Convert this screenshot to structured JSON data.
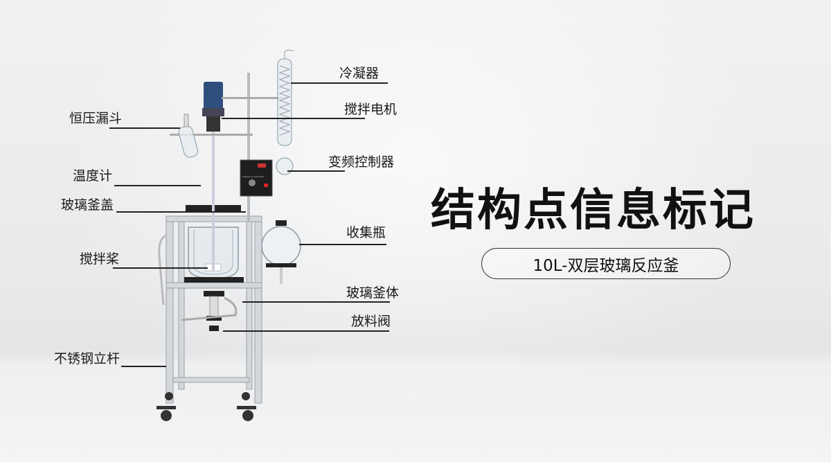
{
  "title": "结构点信息标记",
  "subtitle": "10L-双层玻璃反应釜",
  "product_lettering": "Frequency Controller",
  "labels": {
    "condenser": "冷凝器",
    "stirring_motor": "搅拌电机",
    "funnel": "恒压漏斗",
    "controller": "变频控制器",
    "thermometer": "温度计",
    "lid": "玻璃釜盖",
    "collector": "收集瓶",
    "paddle": "搅拌桨",
    "body": "玻璃釜体",
    "valve": "放料阀",
    "pole": "不锈钢立杆"
  },
  "colors": {
    "text": "#1a1a1a",
    "motor": "#2e4f7e",
    "frame": "#c8ccd0"
  }
}
